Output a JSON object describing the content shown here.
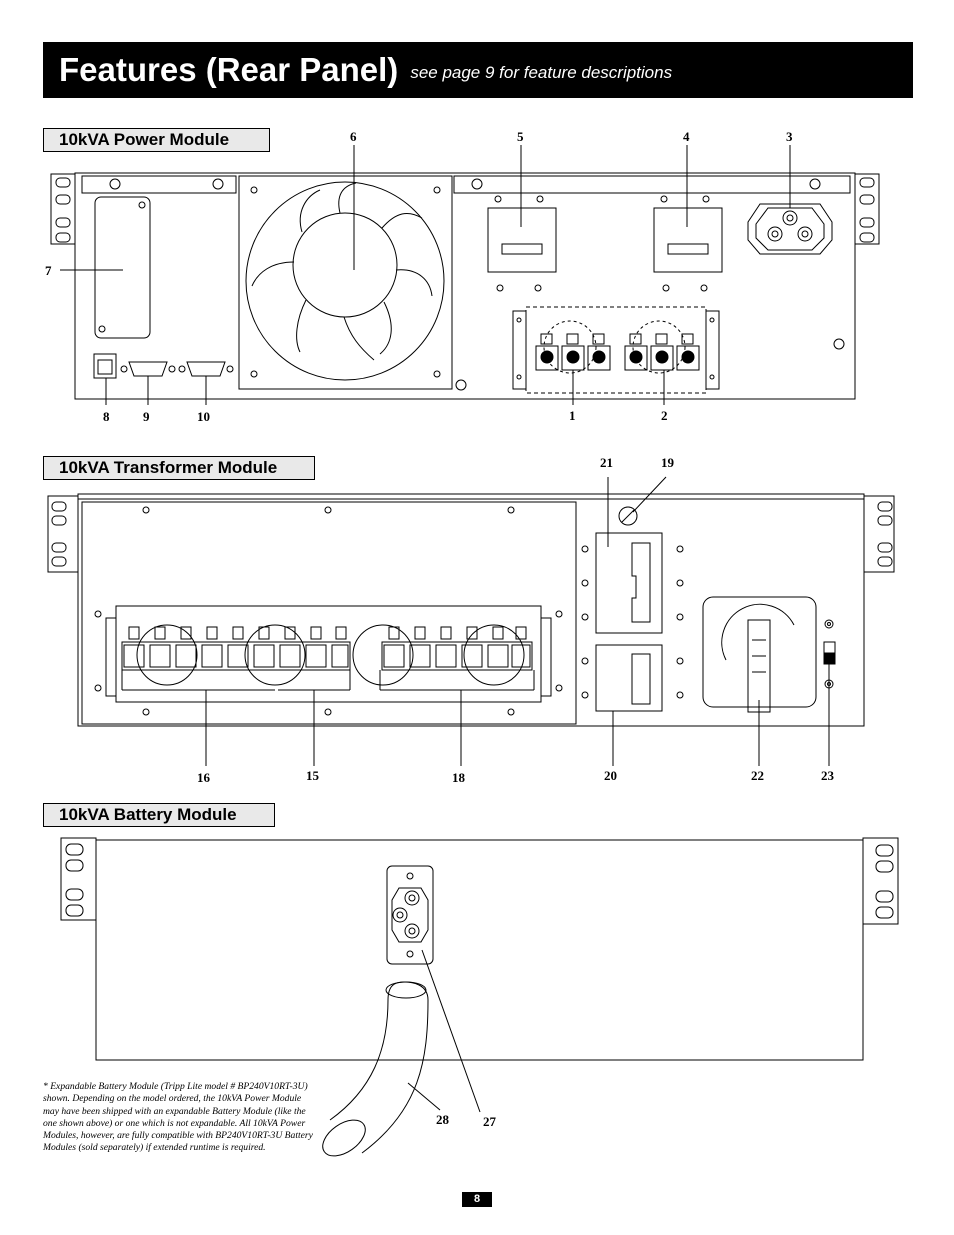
{
  "header": {
    "title": "Features (Rear Panel)",
    "subtitle": "see page 9 for feature descriptions"
  },
  "sections": {
    "power": "10kVA Power Module",
    "transformer": "10kVA Transformer Module",
    "battery": "10kVA Battery Module"
  },
  "callouts": {
    "power": [
      "6",
      "5",
      "4",
      "3",
      "7",
      "8",
      "9",
      "10",
      "1",
      "2"
    ],
    "transformer": [
      "21",
      "19",
      "16",
      "15",
      "18",
      "20",
      "22",
      "23"
    ],
    "battery": [
      "28",
      "27"
    ]
  },
  "footnote": "* Expandable Battery Module (Tripp Lite model # BP240V10RT-3U) shown. Depending on the model ordered, the 10kVA Power Module may have been shipped with an expandable Battery Module (like the one shown above) or one which is not expandable. All 10kVA Power Modules, however, are fully compatible with BP240V10RT-3U Battery Modules (sold separately) if extended runtime is required.",
  "page_number": "8"
}
